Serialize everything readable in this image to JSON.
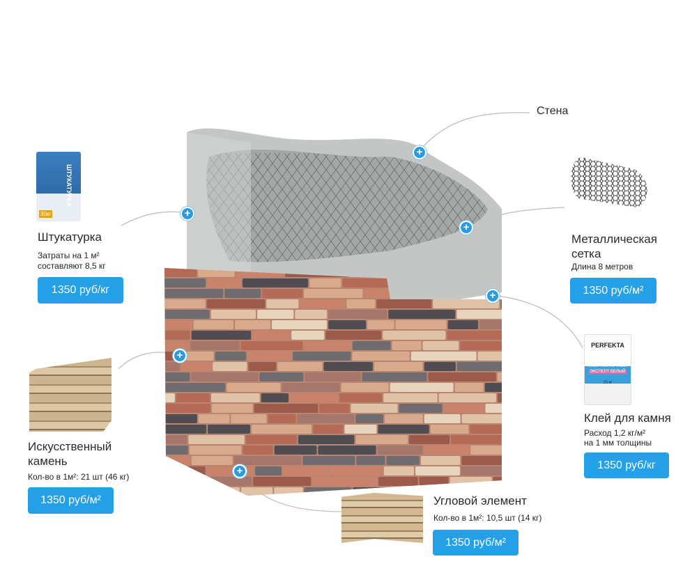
{
  "wall_label": "Стена",
  "items": {
    "plaster": {
      "title": "Штукатурка",
      "desc1": "Затраты на 1 м²",
      "desc2": "составляют 8,5 кг",
      "price": "1350 руб/кг",
      "bag_text": "ШТУКАТУРКА",
      "bag_weight": "30кг"
    },
    "mesh": {
      "title1": "Металлическая",
      "title2": "сетка",
      "desc1": "Длина 8 метров",
      "price": "1350 руб/м²"
    },
    "glue": {
      "title": "Клей для камня",
      "desc1": "Расход 1,2 кг/м²",
      "desc2": "на 1 мм толщины",
      "price": "1350 руб/кг",
      "brand": "PERFEKTA",
      "bag_text": "КЛЕЙ ПЛИТОЧНЫЙ",
      "bag_sub": "ЭКСПЕРТ БЕЛЫЙ",
      "bag_weight": "25 кг"
    },
    "stone": {
      "title1": "Искусственный",
      "title2": "камень",
      "desc1": "Кол-во в 1м²: 21 шт (46 кг)",
      "price": "1350 руб/м²"
    },
    "corner": {
      "title": "Угловой элемент",
      "desc1": "Кол-во в 1м²:  10,5 шт (14 кг)",
      "price": "1350 руб/м²"
    }
  },
  "colors": {
    "accent": "#23a0e8",
    "concrete": "#b9bdbc",
    "brick_palette": [
      "#c9836a",
      "#b56a55",
      "#e0c2a6",
      "#d8a98a",
      "#6f6c70",
      "#9b5a4a",
      "#e8d3bd",
      "#a7766a",
      "#4f4d52"
    ]
  }
}
